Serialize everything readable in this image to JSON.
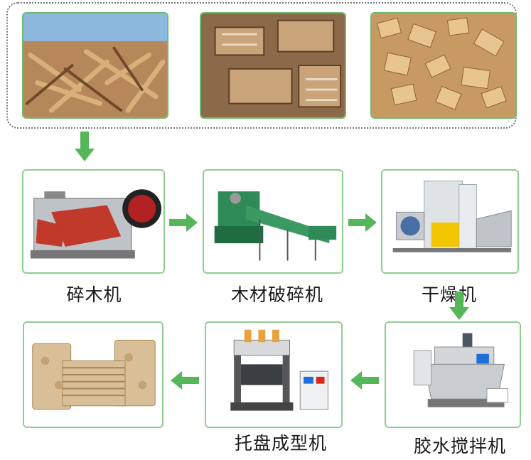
{
  "colors": {
    "arrow": "#55b65a",
    "border": "#8fce8f",
    "dotted": "#7a7a7a"
  },
  "raw_materials": [
    {
      "name": "wood-scraps-image"
    },
    {
      "name": "wood-pallet-waste-image"
    },
    {
      "name": "wood-chips-image"
    }
  ],
  "steps": [
    {
      "label": "碎木机"
    },
    {
      "label": "木材破碎机"
    },
    {
      "label": "干燥机"
    },
    {
      "label": "胶水搅拌机"
    },
    {
      "label": "托盘成型机"
    },
    {
      "label": ""
    }
  ]
}
